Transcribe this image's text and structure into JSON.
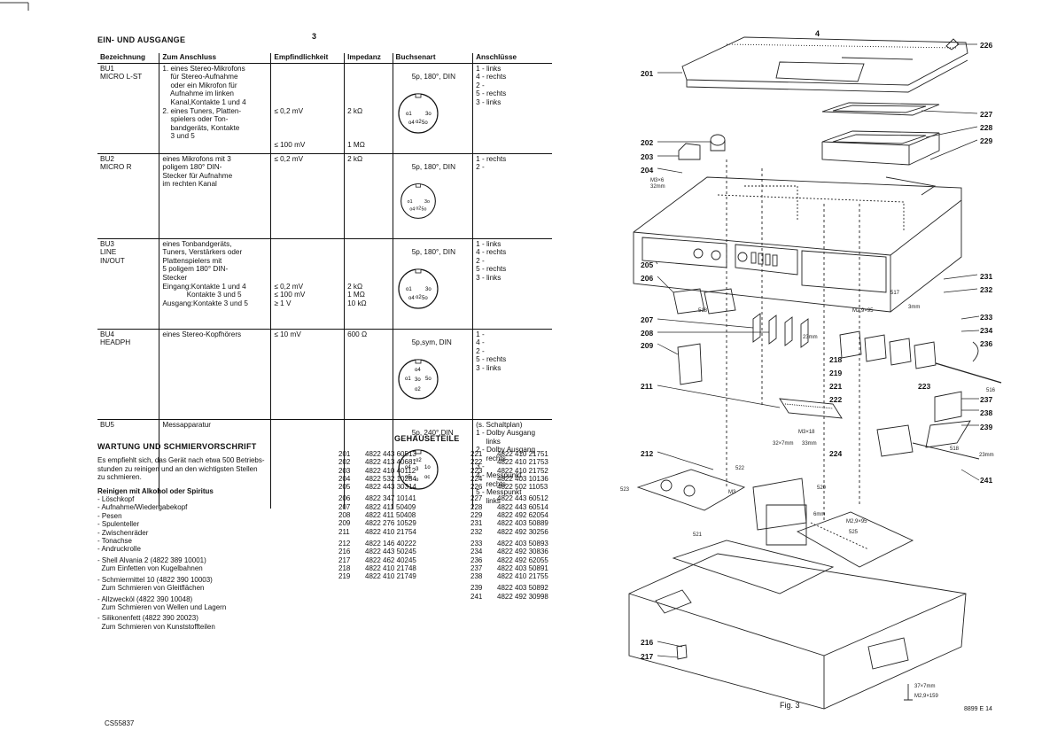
{
  "page_left": {
    "page_number": "3",
    "section_title": "EIN- UND AUSGANGE",
    "table": {
      "headers": [
        "Bezeichnung",
        "Zum Anschluss",
        "Empfindlichkeit",
        "Impedanz",
        "Buchsenart",
        "Anschlüsse"
      ],
      "rows": [
        {
          "designation": "BU1\nMICRO L-ST",
          "connection": "1. eines Stereo-Mikrofons\n    für Stereo-Aufnahme\n    oder ein Mikrofon für\n    Aufnahme im linken\n    Kanal,Kontakte 1 und 4\n2. eines Tuners, Platten-\n    spielers oder Ton-\n    bandgeräts, Kontakte\n    3 und 5",
          "sensitivity": "\n\n\n\n\n≤ 0,2 mV\n\n\n\n≤ 100 mV",
          "impedance": "\n\n\n\n\n2 kΩ\n\n\n\n1 MΩ",
          "socket": "5p, 180°, DIN",
          "contacts": "1 - links\n4 - rechts\n2 -\n5 - rechts\n3 - links"
        },
        {
          "designation": "BU2\nMICRO R",
          "connection": "eines Mikrofons mit 3\npoligem 180° DIN-\nStecker für Aufnahme\nim rechten Kanal",
          "sensitivity": "≤ 0,2 mV",
          "impedance": "2 kΩ",
          "socket": "5p, 180°, DIN",
          "contacts": "1 - rechts\n2 -"
        },
        {
          "designation": "BU3\nLINE\nIN/OUT",
          "connection": "eines Tonbandgeräts,\nTuners, Verstärkers oder\nPlattenspielers mit\n5 poligem 180° DIN-\nStecker\nEingang:Kontakte 1 und 4\n            Kontakte 3 und 5\nAusgang:Kontakte 3 und 5",
          "sensitivity": "\n\n\n\n\n≤ 0,2 mV\n≤ 100 mV\n≥ 1 V",
          "impedance": "\n\n\n\n\n2 kΩ\n1 MΩ\n10 kΩ",
          "socket": "5p, 180°, DIN",
          "contacts": "1 - links\n4 - rechts\n2 -\n5 - rechts\n3 - links"
        },
        {
          "designation": "BU4\nHEADPH",
          "connection": "eines Stereo-Kopfhörers",
          "sensitivity": "≤ 10 mV",
          "impedance": "600 Ω",
          "socket": "5p,sym, DIN",
          "contacts": "1 -\n4 -\n2 -\n5 - rechts\n3 - links"
        },
        {
          "designation": "BU5",
          "connection": "Messapparatur",
          "sensitivity": "",
          "impedance": "",
          "socket": "5p, 240°,DIN",
          "contacts": "(s. Schaltplan)\n1 - Dolby Ausgang\n     links\n2 - Dolby Ausgang\n     rechts\n3 -\n4 - Messpunkt\n     rechts\n5 - Messpunkt\n     links"
        }
      ]
    },
    "maintenance": {
      "title": "WARTUNG UND SCHMIERVORSCHRIFT",
      "intro": "Es empfiehlt sich, das Gerät nach etwa 500 Betriebs-\nstunden zu reinigen und an den wichtigsten Stellen\nzu schmieren.",
      "cleaning_title": "Reinigen mit Alkohol oder Spiritus",
      "cleaning_items": [
        "- Löschkopf",
        "- Aufnahme/Wiedergabekopf",
        "- Pesen",
        "- Spulenteller",
        "- Zwischenräder",
        "- Tonachse",
        "- Andruckrolle"
      ],
      "lubricants": [
        {
          "name": "- Shell Alvania 2 (4822 389 10001)",
          "use": "  Zum Einfetten von Kugelbahnen"
        },
        {
          "name": "- Schmiermittel 10 (4822 390 10003)",
          "use": "  Zum Schmieren von Gleitflächen"
        },
        {
          "name": "- Allzwecköl (4822 390 10048)",
          "use": "  Zum Schmieren von Wellen und Lagern"
        },
        {
          "name": "- Silikonenfett (4822 390 20023)",
          "use": "  Zum Schmieren von Kunststoffteilen"
        }
      ]
    },
    "housing_parts": {
      "title": "GEHAUSETEILE",
      "col1": [
        {
          "pos": "201",
          "code": "4822 443 60513"
        },
        {
          "pos": "202",
          "code": "4822 413 40681"
        },
        {
          "pos": "203",
          "code": "4822 410 40112"
        },
        {
          "pos": "204",
          "code": "4822 532 10284"
        },
        {
          "pos": "205",
          "code": "4822 443 30314"
        },
        {
          "pos": "206",
          "code": "4822 347 10141"
        },
        {
          "pos": "207",
          "code": "4822 411 50409"
        },
        {
          "pos": "208",
          "code": "4822 411 50408"
        },
        {
          "pos": "209",
          "code": "4822 276 10529"
        },
        {
          "pos": "211",
          "code": "4822 410 21754"
        },
        {
          "pos": "212",
          "code": "4822 146 40222"
        },
        {
          "pos": "216",
          "code": "4822 443 50245"
        },
        {
          "pos": "217",
          "code": "4822 462 40245"
        },
        {
          "pos": "218",
          "code": "4822 410 21748"
        },
        {
          "pos": "219",
          "code": "4822 410 21749"
        }
      ],
      "col2": [
        {
          "pos": "221",
          "code": "4822 410 21751"
        },
        {
          "pos": "222",
          "code": "4822 410 21753"
        },
        {
          "pos": "223",
          "code": "4822 410 21752"
        },
        {
          "pos": "224",
          "code": "4822 403 10136"
        },
        {
          "pos": "226",
          "code": "4822 502 11053"
        },
        {
          "pos": "227",
          "code": "4822 443 60512"
        },
        {
          "pos": "228",
          "code": "4822 443 60514"
        },
        {
          "pos": "229",
          "code": "4822 492 62054"
        },
        {
          "pos": "231",
          "code": "4822 403 50889"
        },
        {
          "pos": "232",
          "code": "4822 492 30256"
        },
        {
          "pos": "233",
          "code": "4822 403 50893"
        },
        {
          "pos": "234",
          "code": "4822 492 30836"
        },
        {
          "pos": "236",
          "code": "4822 492 62055"
        },
        {
          "pos": "237",
          "code": "4822 403 50891"
        },
        {
          "pos": "238",
          "code": "4822 410 21755"
        },
        {
          "pos": "239",
          "code": "4822 403 50892"
        },
        {
          "pos": "241",
          "code": "4822 492 30998"
        }
      ]
    },
    "footer_code": "CS55837"
  },
  "page_right": {
    "page_number": "4",
    "figure_caption": "Fig. 3",
    "doc_code": "8899 E 14",
    "callouts": {
      "p201": "201",
      "p202": "202",
      "p203": "203",
      "p204": "204",
      "p205": "205",
      "p206": "206",
      "p207": "207",
      "p208": "208",
      "p209": "209",
      "p211": "211",
      "p212": "212",
      "p216": "216",
      "p217": "217",
      "p218": "218",
      "p219": "219",
      "p221": "221",
      "p222": "222",
      "p223": "223",
      "p224": "224",
      "p226": "226",
      "p227": "227",
      "p228": "228",
      "p229": "229",
      "p231": "231",
      "p232": "232",
      "p233": "233",
      "p234": "234",
      "p236": "236",
      "p237": "237",
      "p238": "238",
      "p239": "239",
      "p241": "241"
    },
    "small_labels": {
      "m3x6_32mm": "M3×6\n32mm",
      "m29x95_a": "M2,9×9,5",
      "three_mm": "3mm",
      "five17": "517",
      "five18": "518",
      "five16": "516",
      "twentythree_a": "23mm",
      "twentythree_b": "23mm",
      "m3x18": "M3×18",
      "thirtytwo_seven": "32×7mm",
      "thirtythree": "33mm",
      "five22": "522",
      "five23": "523",
      "m3": "M3",
      "five20": "520",
      "five21": "521",
      "five25": "525",
      "six_mm": "6mm",
      "m29x95_b": "M2,9×95",
      "thirtyseven_seven": "37×7mm",
      "m29x159": "M2,9×159",
      "five18_b": "518"
    }
  }
}
